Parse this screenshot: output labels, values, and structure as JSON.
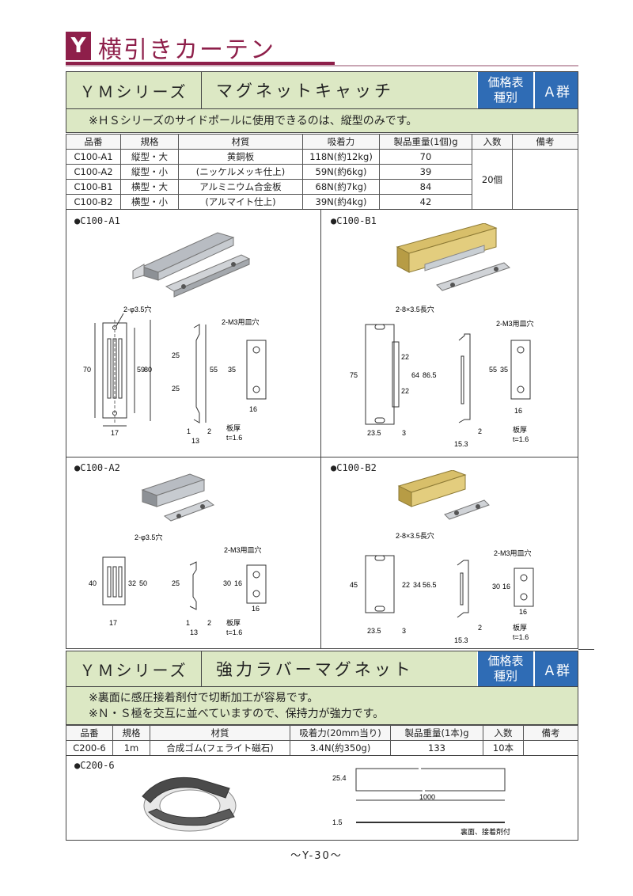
{
  "header": {
    "badge": "Y",
    "title": "横引きカーテン"
  },
  "ym1": {
    "series": "ＹＭシリーズ",
    "product": "マグネットキャッチ",
    "price_table": [
      "価格表",
      "種別"
    ],
    "group": "Ａ群",
    "note": "※ＨＳシリーズのサイドポールに使用できるのは、縦型のみです。",
    "table": {
      "headers": [
        "品番",
        "規格",
        "材質",
        "吸着力",
        "製品重量(1個)g",
        "入数",
        "備考"
      ],
      "rows": [
        {
          "code": "C100-A1",
          "spec": "縦型・大",
          "material": "黄銅板",
          "force": "118N(約12kg)",
          "weight": "70"
        },
        {
          "code": "C100-A2",
          "spec": "縦型・小",
          "material": "(ニッケルメッキ仕上)",
          "force": "59N(約6kg)",
          "weight": "39"
        },
        {
          "code": "C100-B1",
          "spec": "横型・大",
          "material": "アルミニウム合金板",
          "force": "68N(約7kg)",
          "weight": "84"
        },
        {
          "code": "C100-B2",
          "spec": "横型・小",
          "material": "(アルマイト仕上)",
          "force": "39N(約4kg)",
          "weight": "42"
        }
      ],
      "qty": "20個"
    },
    "panels": {
      "a1": {
        "label": "●C100-A1",
        "hole": "2-φ3.5穴",
        "screw": "2-M3用皿穴",
        "dims": [
          "70",
          "59",
          "80",
          "25",
          "25",
          "55",
          "35",
          "16",
          "1",
          "2",
          "13",
          "17"
        ],
        "plate": "板厚",
        "plate_t": "t=1.6"
      },
      "b1": {
        "label": "●C100-B1",
        "hole": "2-8×3.5長穴",
        "screw": "2-M3用皿穴",
        "dims": [
          "75",
          "22",
          "22",
          "64",
          "86.5",
          "55",
          "35",
          "16",
          "23.5",
          "3",
          "15.3",
          "2"
        ],
        "plate": "板厚",
        "plate_t": "t=1.6"
      },
      "a2": {
        "label": "●C100-A2",
        "hole": "2-φ3.5穴",
        "screw": "2-M3用皿穴",
        "dims": [
          "40",
          "32",
          "50",
          "25",
          "30",
          "16",
          "16",
          "1",
          "2",
          "13",
          "17"
        ],
        "plate": "板厚",
        "plate_t": "t=1.6"
      },
      "b2": {
        "label": "●C100-B2",
        "hole": "2-8×3.5長穴",
        "screw": "2-M3用皿穴",
        "dims": [
          "45",
          "22",
          "34",
          "56.5",
          "30",
          "16",
          "16",
          "23.5",
          "3",
          "15.3",
          "2"
        ],
        "plate": "板厚",
        "plate_t": "t=1.6"
      }
    }
  },
  "ym2": {
    "series": "ＹＭシリーズ",
    "product": "強力ラバーマグネット",
    "price_table": [
      "価格表",
      "種別"
    ],
    "group": "Ａ群",
    "notes": [
      "※裏面に感圧接着剤付で切断加工が容易です。",
      "※Ｎ・Ｓ極を交互に並べていますので、保持力が強力です。"
    ],
    "table": {
      "headers": [
        "品番",
        "規格",
        "材質",
        "吸着力(20mm当り)",
        "製品重量(1本)g",
        "入数",
        "備考"
      ],
      "row": {
        "code": "C200-6",
        "spec": "1m",
        "material": "合成ゴム(フェライト磁石)",
        "force": "3.4N(約350g)",
        "weight": "133",
        "qty": "10本",
        "remark": ""
      }
    },
    "panel": {
      "label": "●C200-6",
      "w": "25.4",
      "len": "1000",
      "t": "1.5",
      "back": "裏面、接着剤付"
    }
  },
  "footer": {
    "page": "〜Y-30〜"
  }
}
